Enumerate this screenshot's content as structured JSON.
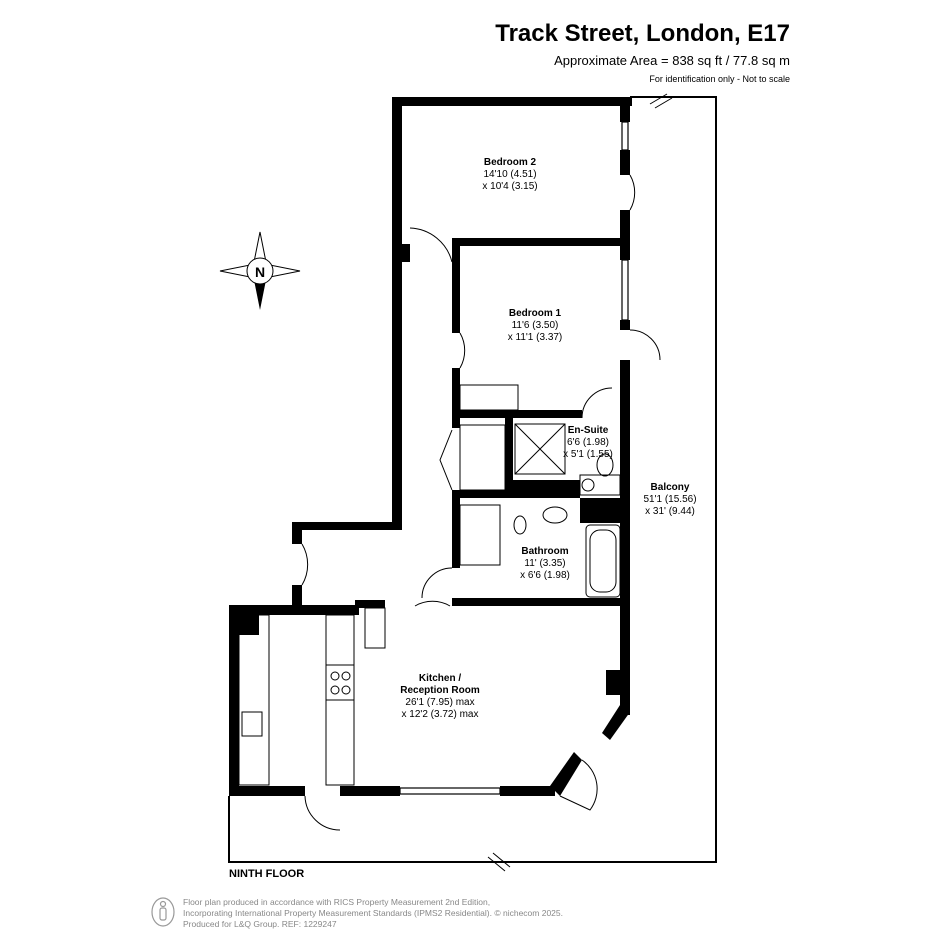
{
  "header": {
    "title": "Track Street, London, E17",
    "area": "Approximate Area = 838 sq ft / 77.8 sq m",
    "note": "For identification only - Not to scale"
  },
  "compass": {
    "label": "N"
  },
  "rooms": [
    {
      "name": "Bedroom 2",
      "dim1": "14'10 (4.51)",
      "dim2": "x 10'4 (3.15)"
    },
    {
      "name": "Bedroom 1",
      "dim1": "11'6 (3.50)",
      "dim2": "x 11'1 (3.37)"
    },
    {
      "name": "En-Suite",
      "dim1": "6'6 (1.98)",
      "dim2": "x 5'1 (1.55)"
    },
    {
      "name": "Balcony",
      "dim1": "51'1 (15.56)",
      "dim2": "x 31' (9.44)"
    },
    {
      "name": "Bathroom",
      "dim1": "11' (3.35)",
      "dim2": "x 6'6 (1.98)"
    },
    {
      "name": "Kitchen /",
      "name2": "Reception Room",
      "dim1": "26'1 (7.95) max",
      "dim2": "x 12'2 (3.72) max"
    }
  ],
  "floor_label": "NINTH FLOOR",
  "footer": {
    "line1": "Floor plan produced in accordance with RICS Property Measurement 2nd Edition,",
    "line2": "Incorporating International Property Measurement Standards (IPMS2 Residential).   © nichecom 2025.",
    "line3": "Produced for L&Q Group.   REF:   1229247"
  }
}
